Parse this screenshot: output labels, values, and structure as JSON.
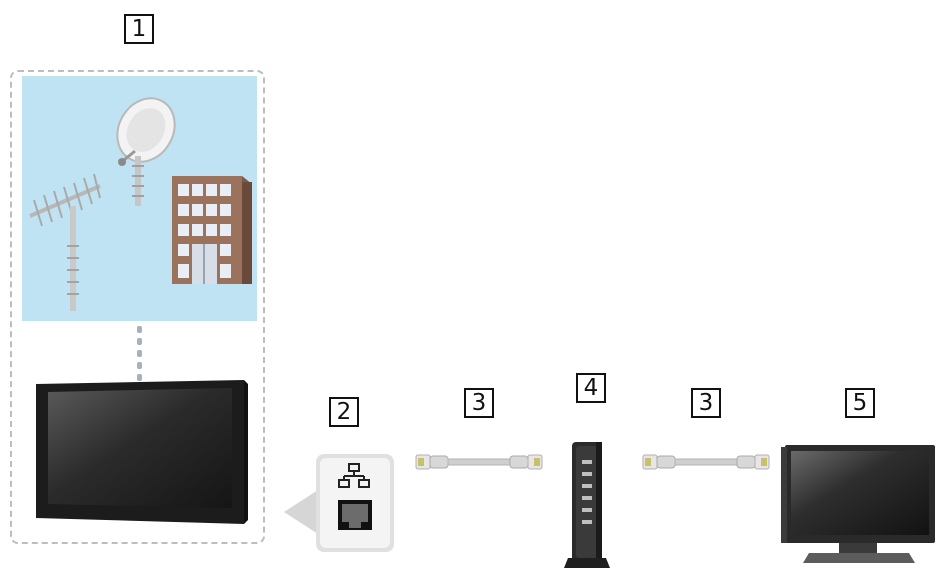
{
  "labels": {
    "l1": "1",
    "l2": "2",
    "l3a": "3",
    "l4": "4",
    "l3b": "3",
    "l5": "5"
  },
  "icons": {
    "satellite": "satellite-dish-icon",
    "antenna": "aerial-antenna-icon",
    "building": "apartment-building-icon",
    "tv_main": "television-icon",
    "lan": "lan-port-icon",
    "cable": "lan-cable-icon",
    "router": "broadband-router-icon",
    "tv_other": "television-icon"
  },
  "colors": {
    "sky_panel": "#bfe3f2",
    "dashed_border": "#bdbdbd",
    "tv_frame": "#1c1c1c"
  }
}
